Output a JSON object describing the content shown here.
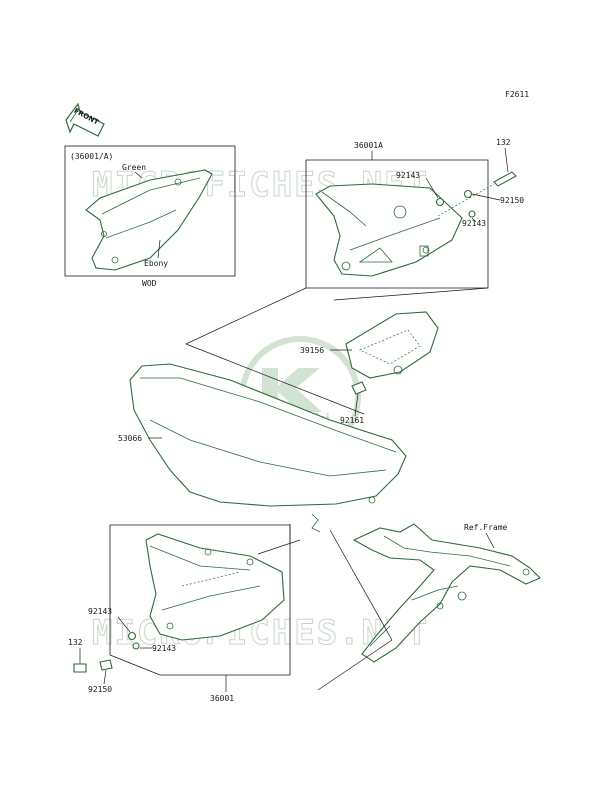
{
  "figure_id": "F2611",
  "front_label": "FRONT",
  "watermark_text": "MICROFICHES.NET",
  "logo_text": "Kawasaki",
  "inset": {
    "title": "(36001/A)",
    "color_top": "Green",
    "color_bottom": "Ebony",
    "variant": "WOD"
  },
  "parts": {
    "p36001A": "36001A",
    "p132_top": "132",
    "p92143_t1": "92143",
    "p92150_top": "92150",
    "p92143_t2": "92143",
    "p39156": "39156",
    "p92161": "92161",
    "p53066": "53066",
    "ref_frame": "Ref.Frame",
    "p92143_b1": "92143",
    "p132_bot": "132",
    "p92143_b2": "92143",
    "p92150_bot": "92150",
    "p36001": "36001"
  },
  "colors": {
    "accent": "#2e6a3a",
    "logo": "#d3e3d3"
  }
}
